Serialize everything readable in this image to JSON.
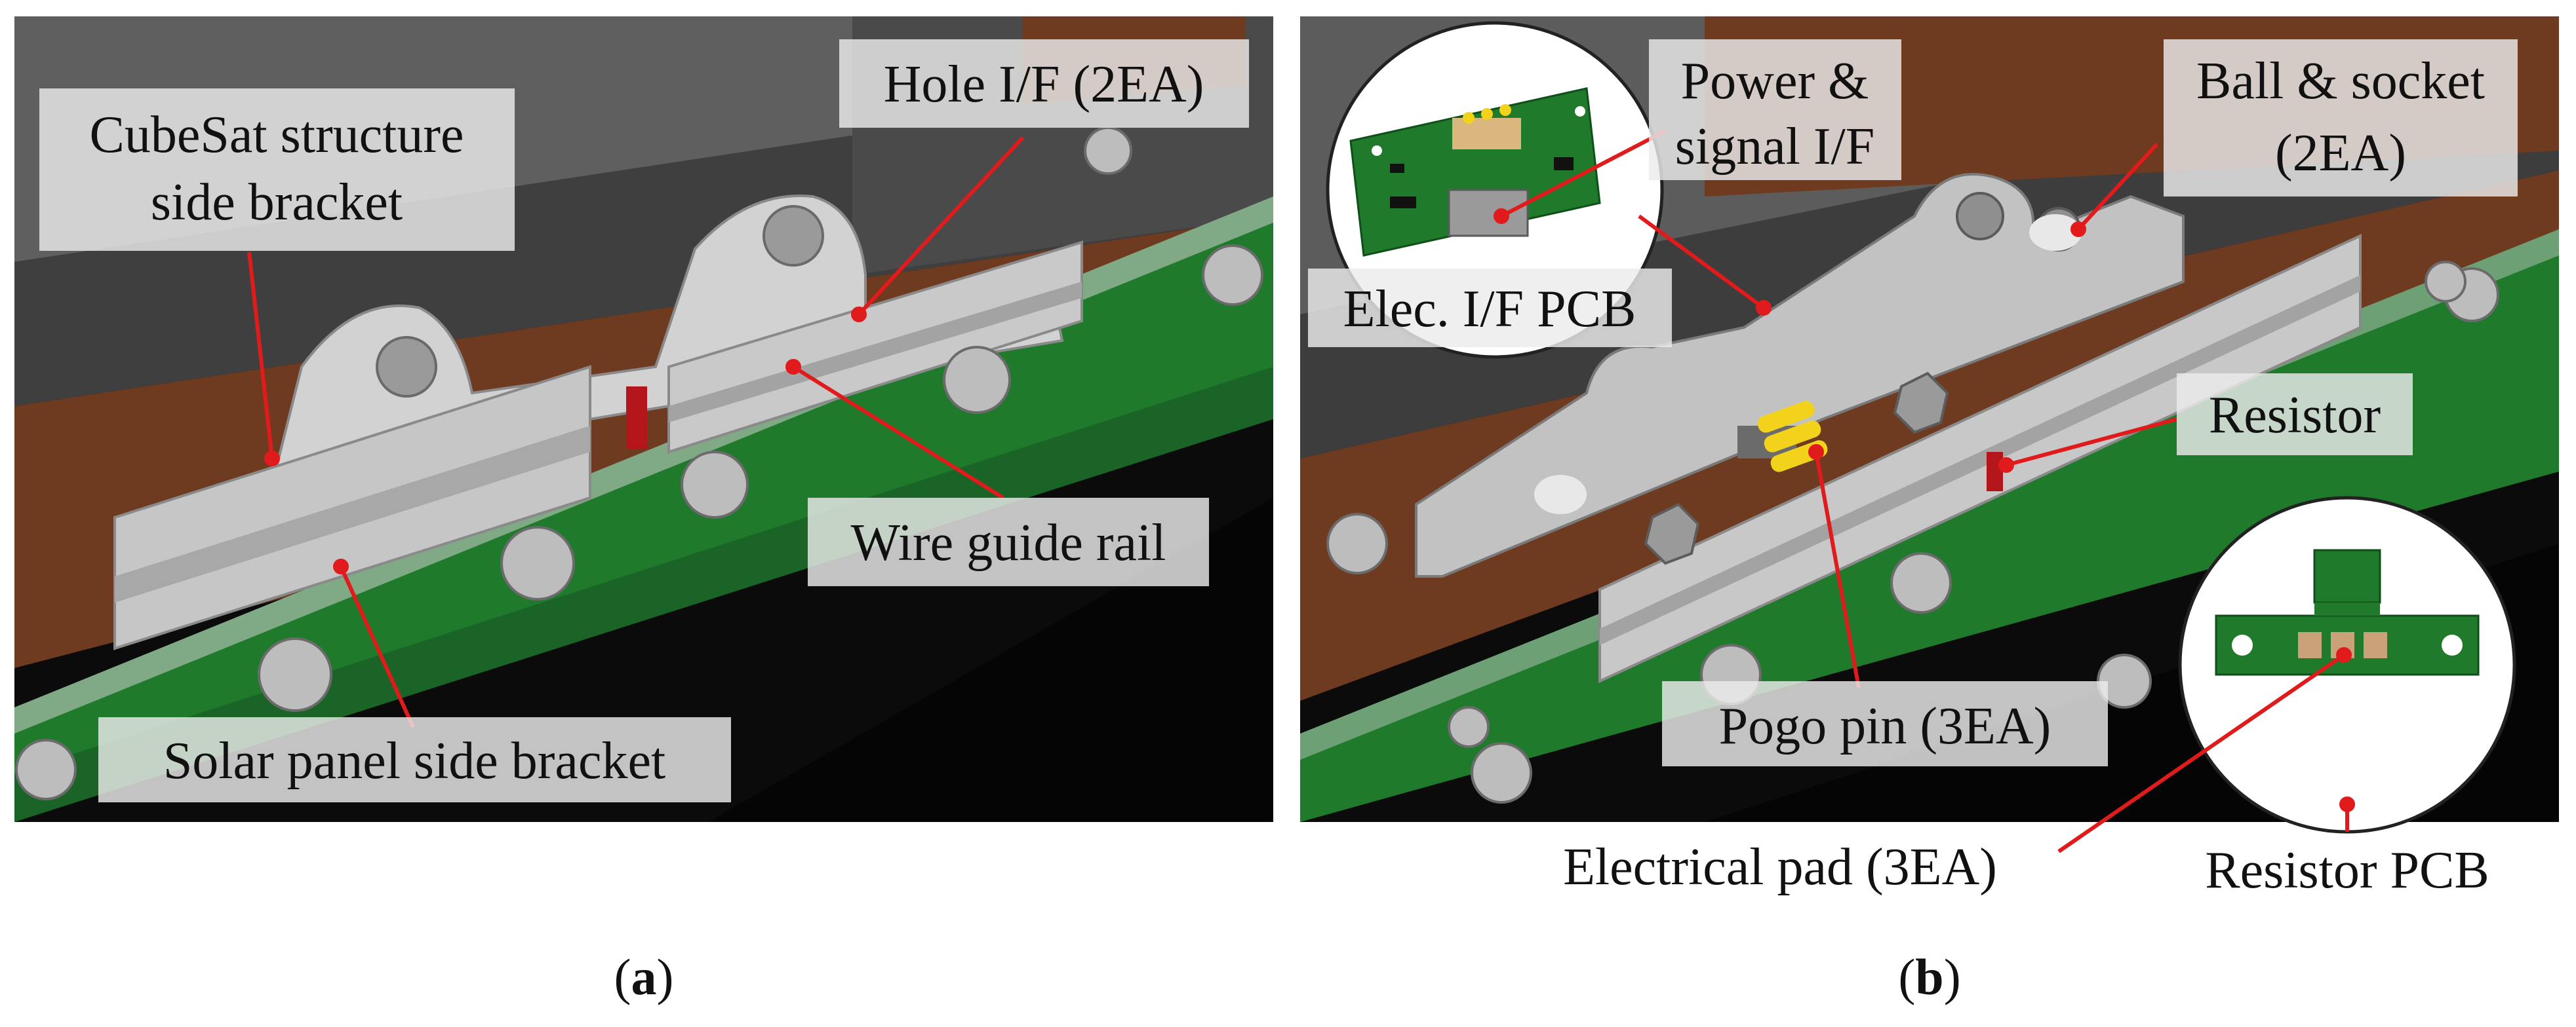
{
  "panel_a": {
    "callouts": {
      "structure_bracket": [
        "CubeSat structure",
        "side bracket"
      ],
      "hole_if": "Hole I/F (2EA)",
      "wire_guide": "Wire guide rail",
      "solar_bracket": "Solar panel side bracket"
    },
    "caption": {
      "open": "(",
      "letter": "a",
      "close": ")"
    }
  },
  "panel_b": {
    "callouts": {
      "power_signal": [
        "Power &",
        "signal I/F"
      ],
      "elec_pcb": "Elec. I/F PCB",
      "ball_socket": [
        "Ball & socket",
        "(2EA)"
      ],
      "resistor": "Resistor",
      "pogo_pin": "Pogo pin (3EA)",
      "electrical_pad": "Electrical pad (3EA)",
      "resistor_pcb": "Resistor PCB"
    },
    "caption": {
      "open": "(",
      "letter": "b",
      "close": ")"
    }
  },
  "colors": {
    "background": "#ffffff",
    "cad_black": "#0b0b0b",
    "brown_panel": "#6e3a20",
    "gray_frame": "#5c5c5c",
    "dark_gray": "#3d3d3d",
    "pcb_green": "#1f7a2c",
    "metal_light": "#d6d6d6",
    "metal_mid": "#b3b3b3",
    "metal_dark": "#8a8a8a",
    "leader_red": "#e11b1b",
    "label_box": "rgba(235,235,235,0.82)",
    "pogo_yellow": "#f2d21a",
    "resistor_red": "#b3151a",
    "copper_pad": "#c9a27a"
  }
}
